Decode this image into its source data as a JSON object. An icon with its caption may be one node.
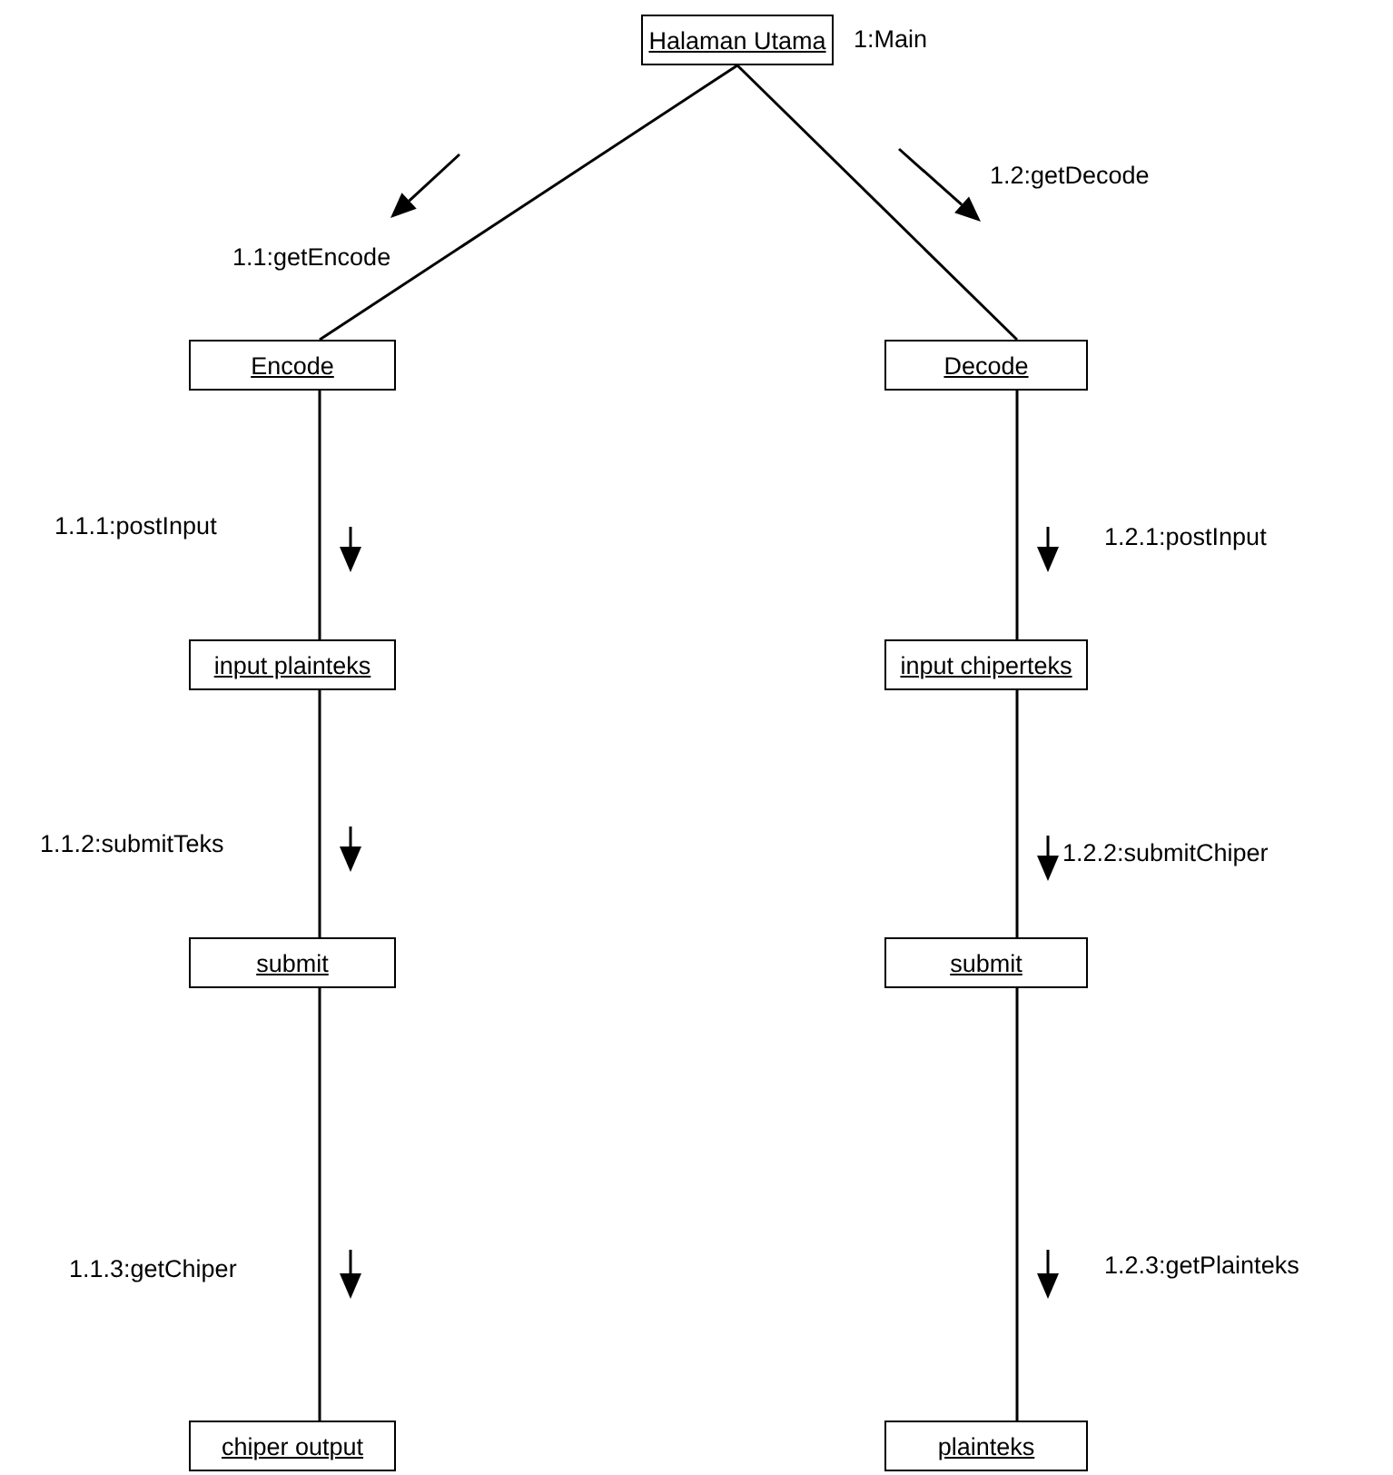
{
  "diagram": {
    "nodes": [
      {
        "text": [
          "Halaman Utama"
        ],
        "beside": [
          "1:Main"
        ]
      },
      {
        "text": [
          "Encode"
        ]
      },
      {
        "text": [
          "Decode"
        ]
      },
      {
        "text": [
          "input plainteks"
        ]
      },
      {
        "text": [
          "input chiperteks"
        ]
      },
      {
        "text": [
          "submit"
        ]
      },
      {
        "text": [
          "submit"
        ]
      },
      {
        "text": [
          "chiper output"
        ]
      },
      {
        "text": [
          "plainteks"
        ]
      }
    ],
    "edges": [
      {
        "from": 0,
        "to": 1,
        "arrow": "none",
        "label": "1.1:getEncode"
      },
      {
        "from": 0,
        "to": 2,
        "arrow": "none",
        "label": "1.2:getDecode"
      },
      {
        "from": 1,
        "to": 3,
        "arrow": "none",
        "label": "1.1.1:postInput"
      },
      {
        "from": 2,
        "to": 4,
        "arrow": "none",
        "label": "1.2.1:postInput"
      },
      {
        "from": 3,
        "to": 5,
        "arrow": "none",
        "label": "1.1.2:submitTeks"
      },
      {
        "from": 4,
        "to": 6,
        "arrow": "none",
        "label": "1.2.2:submitChiper"
      },
      {
        "from": 5,
        "to": 7,
        "arrow": "none",
        "label": "1.1.3:getChiper"
      },
      {
        "from": 6,
        "to": 8,
        "arrow": "none",
        "label": "1.2.3:getPlainteks"
      }
    ]
  }
}
